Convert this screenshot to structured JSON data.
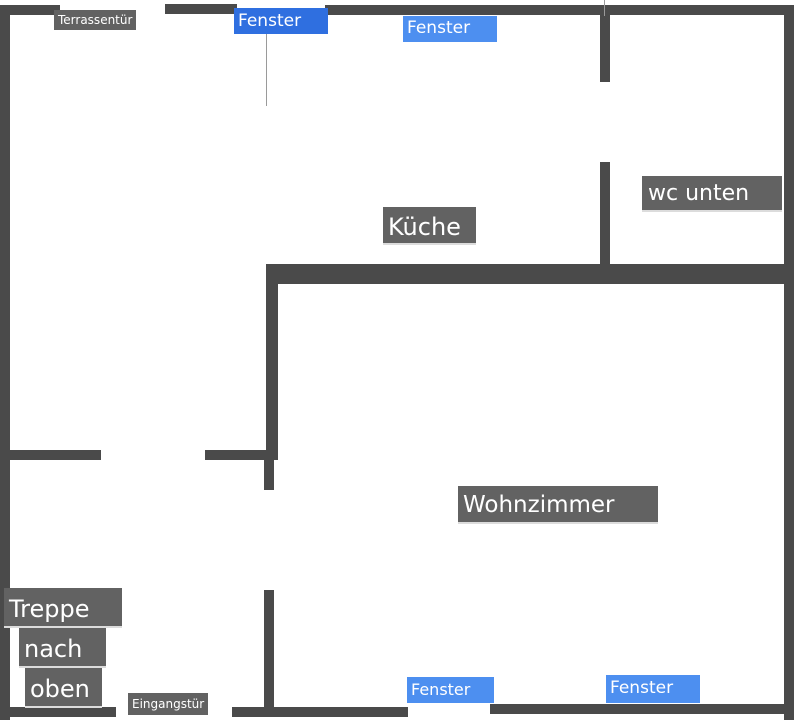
{
  "rooms": {
    "kitchen": "Küche",
    "wc": "wc unten",
    "living": "Wohnzimmer",
    "stairs_line1": "Treppe",
    "stairs_line2": "nach",
    "stairs_line3": "oben"
  },
  "doors": {
    "terrace": "Terrassentür",
    "entrance": "Eingangstür"
  },
  "windows": {
    "window_1": "Fenster",
    "window_2": "Fenster",
    "window_3": "Fenster",
    "window_4": "Fenster"
  },
  "colors": {
    "wall": "#4a4a4a",
    "room_label_bg": "#626262",
    "window_label_bg": "#4d8ff0",
    "background": "#ffffff"
  }
}
